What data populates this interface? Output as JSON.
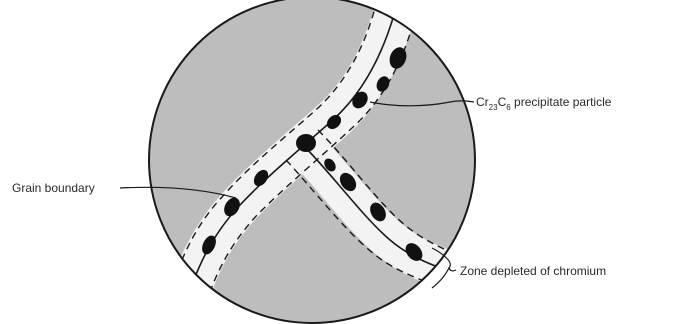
{
  "labels": {
    "grain_boundary": "Grain boundary",
    "precipitate_prefix": "Cr",
    "precipitate_sub1": "23",
    "precipitate_mid": "C",
    "precipitate_sub2": "6",
    "precipitate_suffix": " precipitate particle",
    "depleted_zone": "Zone depleted of chromium"
  },
  "colors": {
    "grain": "#bdbdbd",
    "depleted_zone": "#f3f3f3",
    "outline": "#1a1a1a",
    "particle": "#111111"
  }
}
